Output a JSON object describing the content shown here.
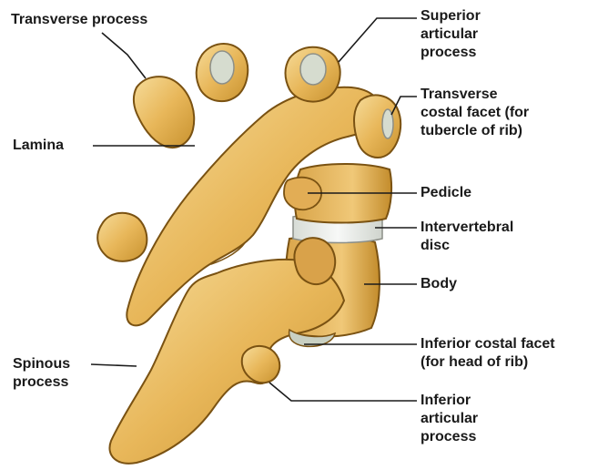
{
  "labels": {
    "transverse_process": [
      "Transverse process"
    ],
    "superior_articular_process": [
      "Superior",
      "articular",
      "process"
    ],
    "transverse_costal_facet": [
      "Transverse",
      "costal facet (for",
      "tubercle of rib)"
    ],
    "lamina": [
      "Lamina"
    ],
    "pedicle": [
      "Pedicle"
    ],
    "intervertebral_disc": [
      "Intervertebral",
      "disc"
    ],
    "body": [
      "Body"
    ],
    "inferior_costal_facet": [
      "Inferior costal facet",
      "(for head of rib)"
    ],
    "spinous_process": [
      "Spinous",
      "process"
    ],
    "inferior_articular_process": [
      "Inferior",
      "articular",
      "process"
    ]
  },
  "colors": {
    "bone": "#e8b75a",
    "bone_light": "#f4d58e",
    "bone_shadow": "#b9842b",
    "bone_outline": "#7a5212",
    "cartilage": "#c9d0c2",
    "disc": "#eef0ee",
    "leader": "#1a1a1a"
  }
}
